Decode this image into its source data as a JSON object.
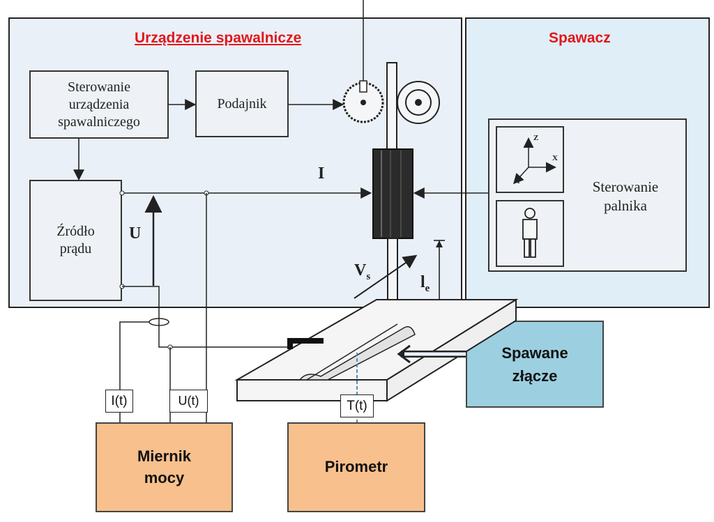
{
  "panels": {
    "left_title": "Urządzenie spawalnicze",
    "right_title": "Spawacz"
  },
  "blocks": {
    "control_unit": "Sterowanie\nurządzenia\nspawalniczego",
    "feeder": "Podajnik",
    "power_source": "Źródło\nprądu",
    "torch_control": "Sterowanie\npalnika"
  },
  "labels": {
    "current": "I",
    "voltage": "U",
    "speed": "V",
    "speed_sub": "s",
    "electrode_len": "l",
    "electrode_len_sub": "e",
    "axis_z": "Z",
    "axis_x": "X",
    "axis_y": "Y"
  },
  "signals": {
    "current_t": "I(t)",
    "voltage_t": "U(t)",
    "temp_t": "T(t)"
  },
  "instruments": {
    "power_meter": "Miernik\nmocy",
    "pyrometer": "Pirometr",
    "joint": "Spawane\nzłącze"
  },
  "colors": {
    "title_red": "#e2171b",
    "left_panel_bg": "#eaf0f7",
    "right_panel_bg": "#dfeef7",
    "instrument_orange": "#f7c08d",
    "joint_blue": "#9ccfe0",
    "temp_line": "#4a7fa8"
  }
}
